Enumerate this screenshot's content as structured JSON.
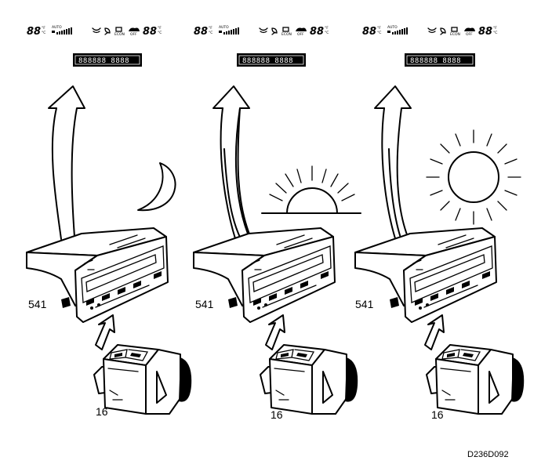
{
  "panels": [
    {
      "lcd": "888888 8888",
      "status": {
        "left_temp": "88",
        "mode": "AUTO",
        "mode_sub": "ECON",
        "mode_off": "OFF",
        "right_temp": "88"
      },
      "illumination": "moon-icon",
      "unit_label": "541",
      "switch_label": "16"
    },
    {
      "lcd": "888888 8888",
      "status": {
        "left_temp": "88",
        "mode": "AUTO",
        "mode_sub": "ECON",
        "mode_off": "OFF",
        "right_temp": "88"
      },
      "illumination": "sunrise-icon",
      "unit_label": "541",
      "switch_label": "16"
    },
    {
      "lcd": "888888 8888",
      "status": {
        "left_temp": "88",
        "mode": "AUTO",
        "mode_sub": "ECON",
        "mode_off": "OFF",
        "right_temp": "88"
      },
      "illumination": "sun-icon",
      "unit_label": "541",
      "switch_label": "16"
    }
  ],
  "figure_code": "D236D092"
}
